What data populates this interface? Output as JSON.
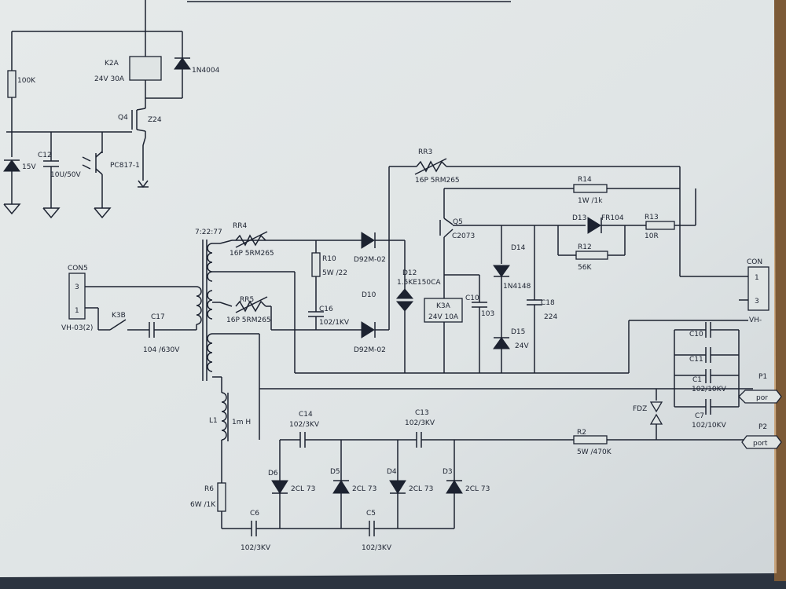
{
  "labels": {
    "k2a": "K2A",
    "k2a_val": "24V 30A",
    "d_1n4004": "1N4004",
    "r_100k": "100K",
    "q4": "Q4",
    "q4_val": "Z24",
    "z_15v": "15V",
    "c12": "C12",
    "c12_val": "10U/50V",
    "pc817": "PC817-1",
    "t1": "7:22:77",
    "rr4": "RR4",
    "rr4_val": "16P 5RM265",
    "rr5": "RR5",
    "rr5_val": "16P 5RM265",
    "rr3": "RR3",
    "rr3_val": "16P 5RM265",
    "r10": "R10",
    "r10_val": "5W /22",
    "c16": "C16",
    "c16_val": "102/1KV",
    "d92_top": "D92M-02",
    "d10": "D10",
    "d92_bot": "D92M-02",
    "d12": "D12",
    "d12_val": "1.5KE150CA",
    "k3a": "K3A",
    "k3a_val": "24V 10A",
    "q5": "Q5",
    "q5_val": "C2073",
    "c10s": "C10",
    "c10s_val": "103",
    "d14": "D14",
    "d14_val": "1N4148",
    "d15": "D15",
    "d15_val": "24V",
    "c18": "C18",
    "c18_val": "224",
    "r14": "R14",
    "r14_val": "1W /1k",
    "d13": "D13",
    "d13_val": "FR104",
    "r13": "R13",
    "r13_val": "10R",
    "r12": "R12",
    "r12_val": "56K",
    "con5": "CON5",
    "con5_p3": "3",
    "con5_p1": "1",
    "con5_type": "VH-03(2)",
    "con_r": "CON",
    "con_r_p1": "1",
    "con_r_p3": "3",
    "con_r_type": "VH-",
    "k3b": "K3B",
    "c17": "C17",
    "c17_val": "104 /630V",
    "l1": "L1",
    "l1_val": "1m H",
    "c14": "C14",
    "c14_val": "102/3KV",
    "c13": "C13",
    "c13_val": "102/3KV",
    "r2": "R2",
    "r2_val": "5W /470K",
    "fdz": "FDZ",
    "c10r": "C10",
    "c11": "C11",
    "c1": "C1",
    "c1_val": "102/10KV",
    "c7": "C7",
    "c7_val": "102/10KV",
    "p1": "P1",
    "p1_port": "por",
    "p2": "P2",
    "p2_port": "port",
    "d6": "D6",
    "d6_val": "2CL 73",
    "d5": "D5",
    "d5_val": "2CL 73",
    "d4": "D4",
    "d4_val": "2CL 73",
    "d3": "D3",
    "d3_val": "2CL 73",
    "r6": "R6",
    "r6_val": "6W /1K",
    "c6": "C6",
    "c6_val": "102/3KV",
    "c5": "C5",
    "c5_val": "102/3KV"
  },
  "colors": {
    "paper": "#e4e8e8",
    "ink": "#1c2230",
    "table": "#2c3440"
  }
}
